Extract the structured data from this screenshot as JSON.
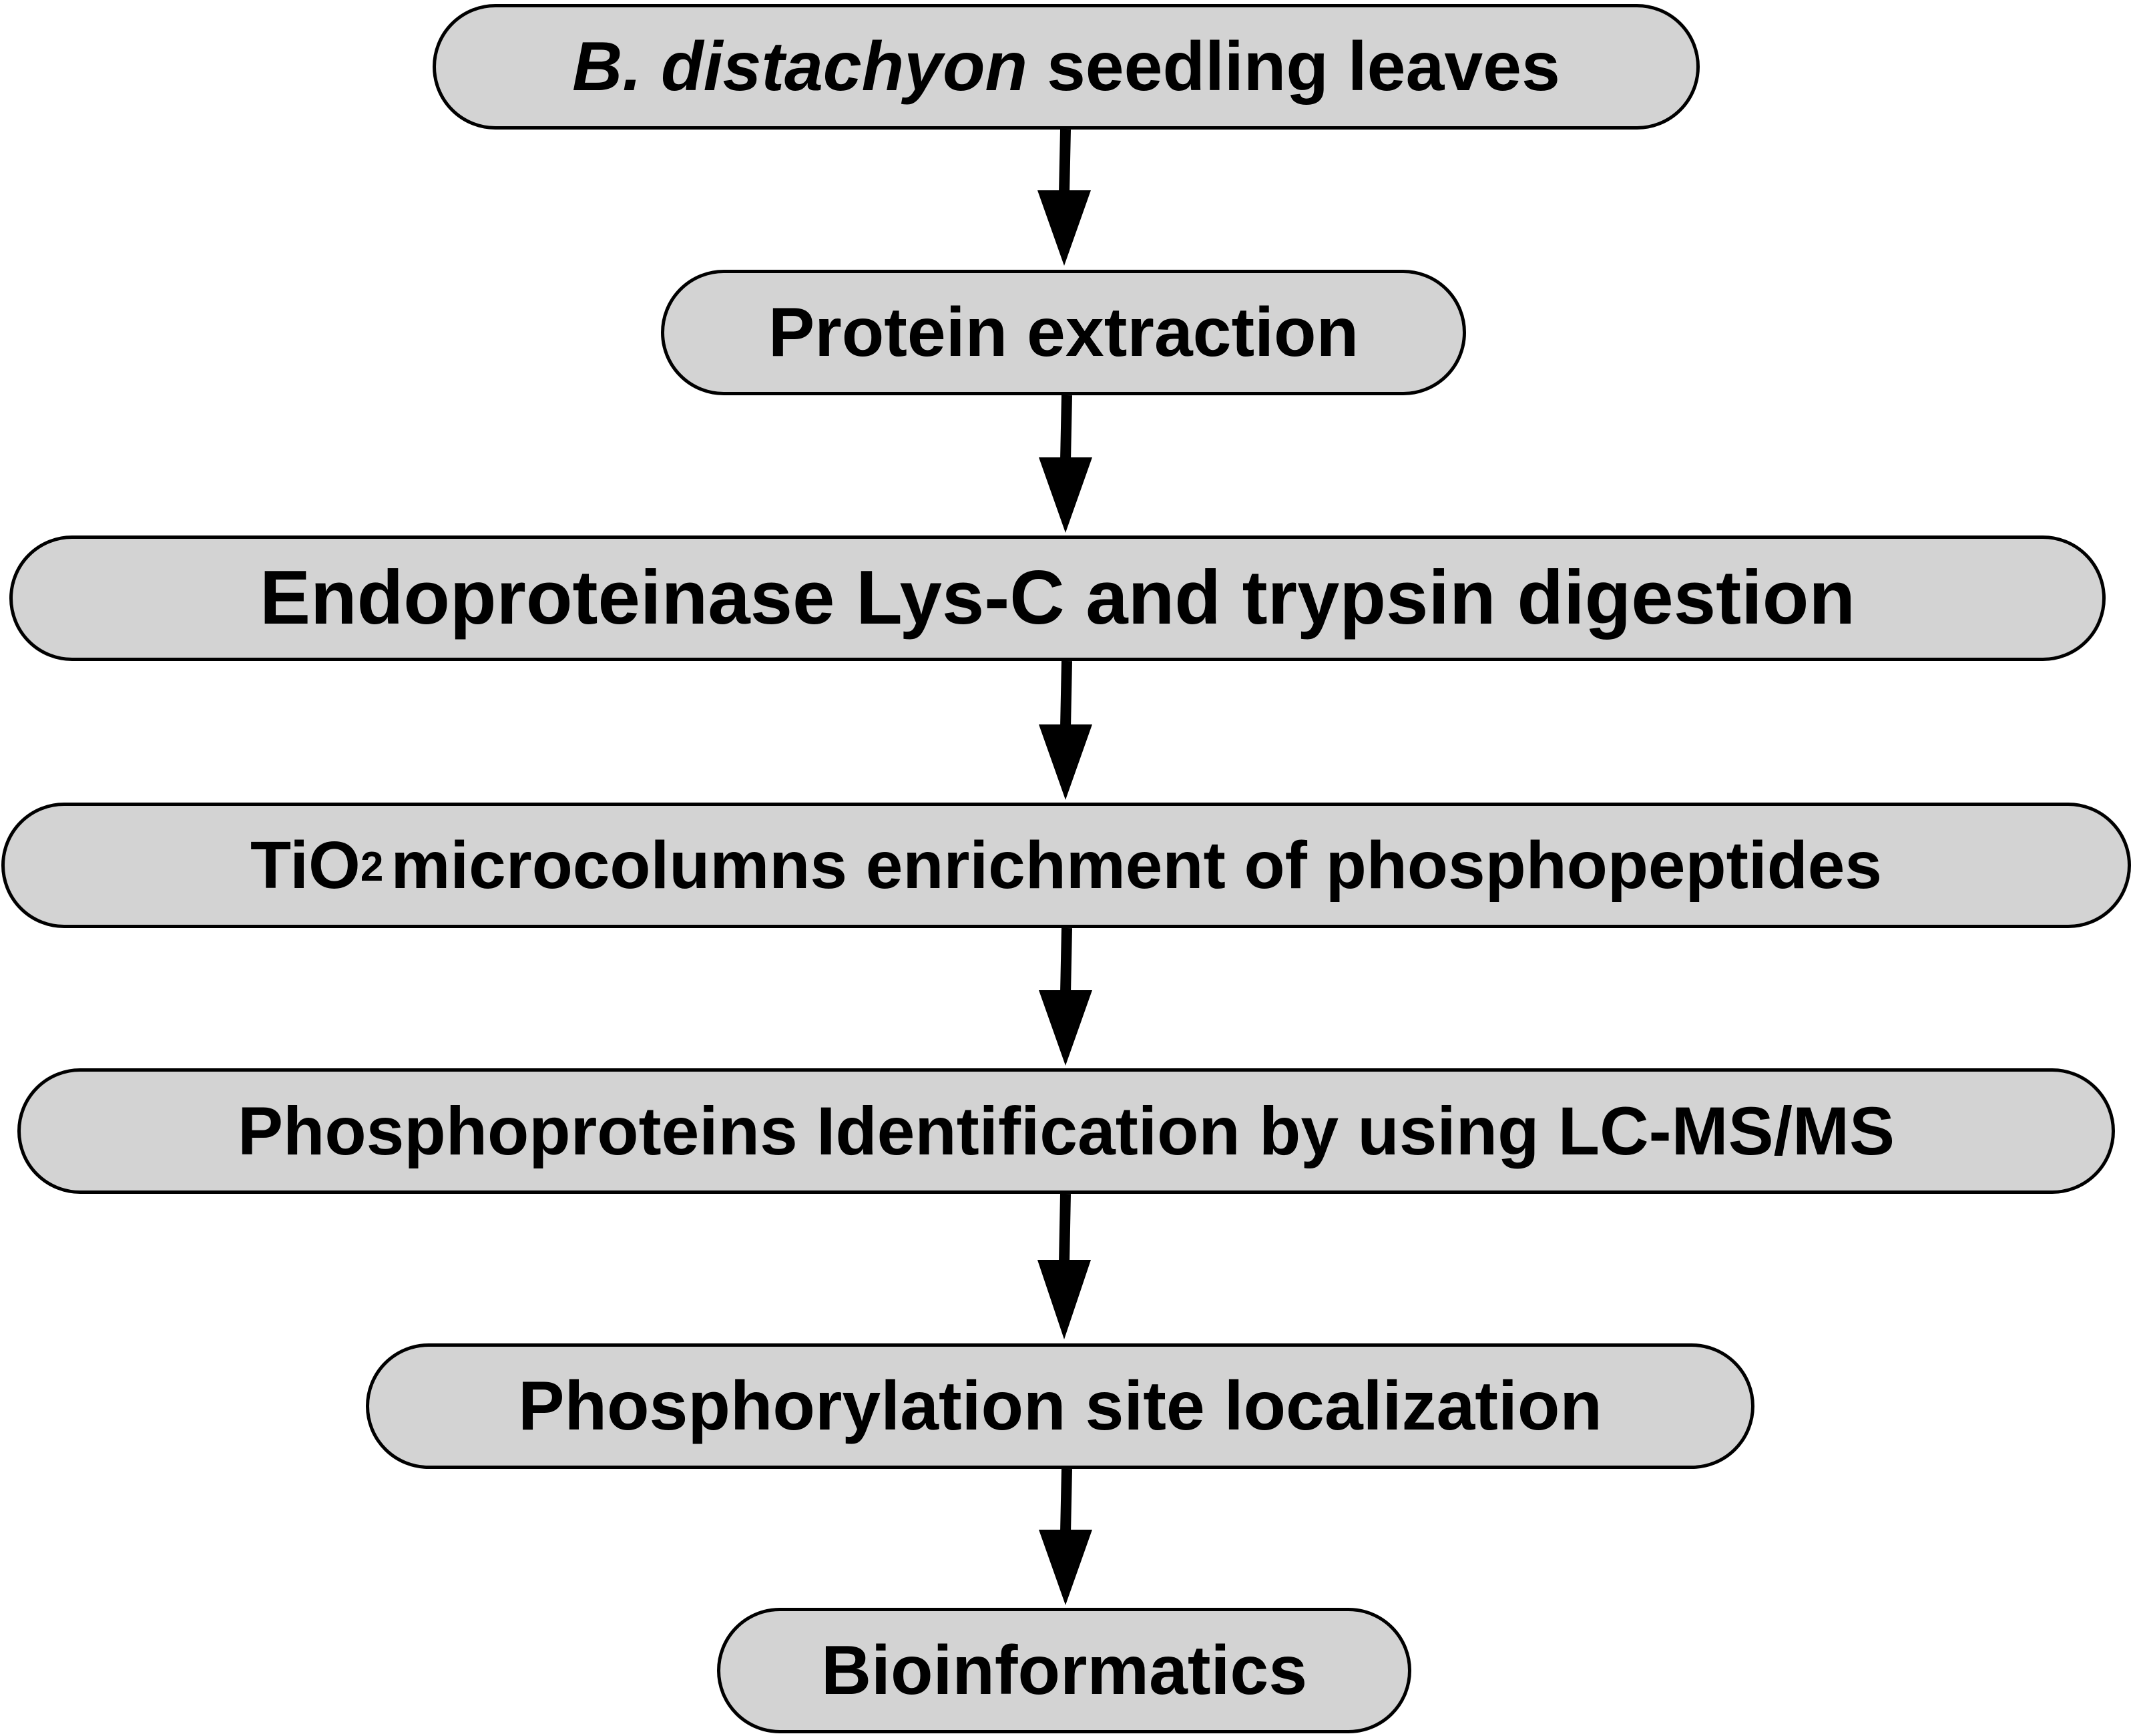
{
  "steps": [
    {
      "id": "s1",
      "name": "step-seedling-leaves",
      "italic": "B. distachyon",
      "text": "seedling leaves"
    },
    {
      "id": "s2",
      "name": "step-protein-extraction",
      "text": "Protein extraction"
    },
    {
      "id": "s3",
      "name": "step-digestion",
      "text": "Endoproteinase Lys-C and trypsin digestion"
    },
    {
      "id": "s4",
      "name": "step-tio2-enrichment",
      "prefix": "TiO",
      "subscript": "2",
      "text": "microcolumns enrichment of phosphopeptides"
    },
    {
      "id": "s5",
      "name": "step-lcmsms-identification",
      "text": "Phosphoproteins Identification by using LC-MS/MS"
    },
    {
      "id": "s6",
      "name": "step-site-localization",
      "text": "Phosphorylation site localization"
    },
    {
      "id": "s7",
      "name": "step-bioinformatics",
      "text": "Bioinformatics"
    }
  ],
  "colors": {
    "box_fill": "#d3d3d3",
    "box_stroke": "#000000",
    "arrow": "#000000",
    "text": "#000000"
  }
}
